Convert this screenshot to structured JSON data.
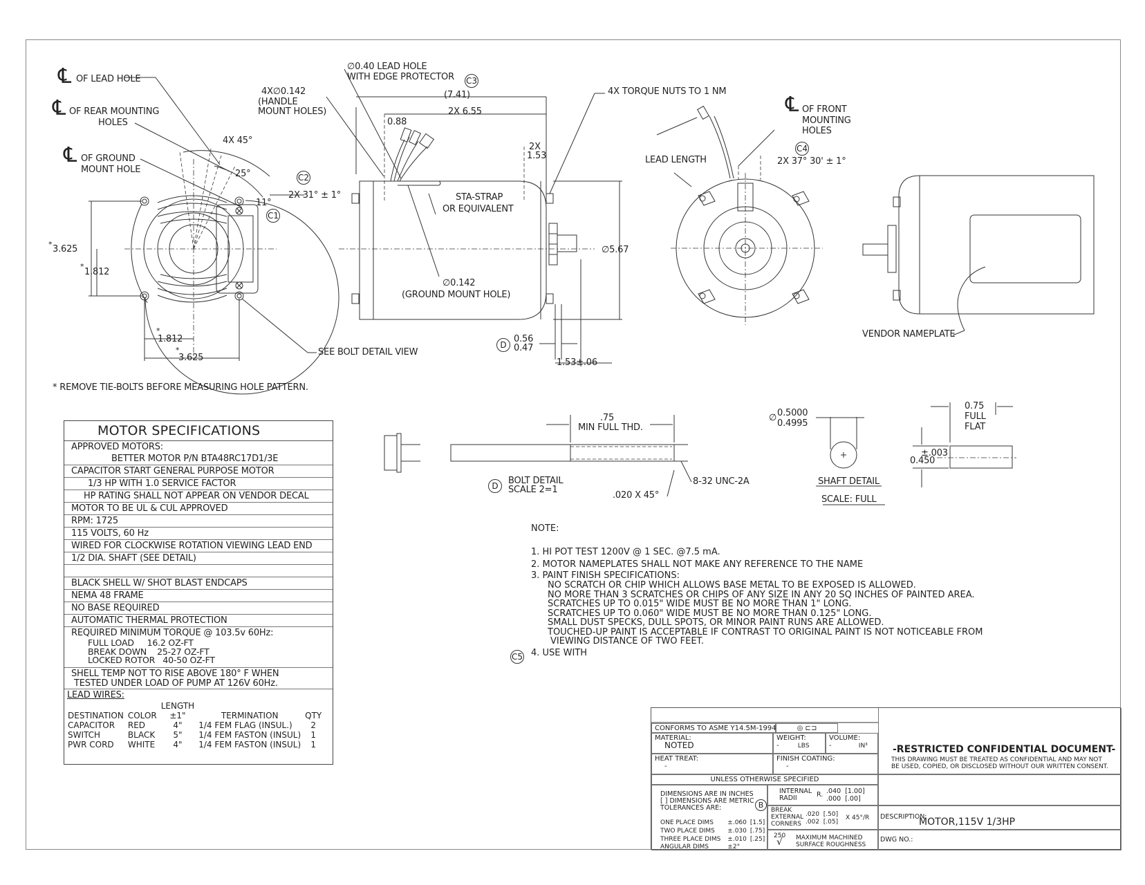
{
  "drawing": {
    "footnote": "* REMOVE TIE-BOLTS BEFORE MEASURING HOLE PATTERN.",
    "front_view_callouts": {
      "cl_lead_hole": "OF LEAD HOLE",
      "cl_rear_mounting_1": "OF REAR MOUNTING",
      "cl_rear_mounting_2": "HOLES",
      "cl_ground_1": "OF GROUND",
      "cl_ground_2": "MOUNT HOLE",
      "angle_4x45": "4X 45°",
      "angle_25": "25°",
      "angle_11": "11°",
      "angle_2x31": "2X 31° ± 1°",
      "balloon_c2": "C2",
      "balloon_c1": "C1",
      "dim_v_3625": "3.625",
      "dim_v_1812": "1.812",
      "dim_h_1812": "1.812",
      "dim_h_3625": "3.625",
      "asterisk": "*",
      "see_bolt_detail": "SEE BOLT DETAIL VIEW"
    },
    "side_view_callouts": {
      "lead_hole_1": "∅0.40 LEAD HOLE",
      "lead_hole_2": "WITH EDGE PROTECTOR",
      "balloon_c3": "C3",
      "handle_1": "4X∅0.142",
      "handle_2": "(HANDLE",
      "handle_3": "MOUNT HOLES)",
      "dim_741": "(7.41)",
      "dim_655": "2X 6.55",
      "dim_088": "0.88",
      "dim_2x": "2X",
      "dim_153": "1.53",
      "sta_strap_1": "STA-STRAP",
      "sta_strap_2": "OR EQUIVALENT",
      "dia_567": "∅5.67",
      "ground_1": "∅0.142",
      "ground_2": "(GROUND MOUNT HOLE)",
      "balloon_d": "D",
      "dim_056": "0.56",
      "dim_047": "0.47",
      "dim_153tol": "1.53±.06",
      "torque": "4X TORQUE NUTS TO 1 NM"
    },
    "rear_view_callouts": {
      "lead_length": "LEAD LENGTH",
      "cl_front_1": "OF FRONT",
      "cl_front_2": "MOUNTING",
      "cl_front_3": "HOLES",
      "balloon_c4": "C4",
      "angle_2x37": "2X 37° 30' ± 1°",
      "vendor_nameplate": "VENDOR NAMEPLATE"
    },
    "bolt_detail": {
      "thd_1": ".75",
      "thd_2": "MIN FULL THD.",
      "thread": "8-32 UNC-2A",
      "chamfer": ".020 X 45°",
      "balloon": "D",
      "title_1": "BOLT DETAIL",
      "title_2": "SCALE 2=1"
    },
    "shaft_detail": {
      "dia_max": "0.5000",
      "dia_min": "0.4995",
      "dia_sym": "∅",
      "flat_1": "0.75",
      "flat_2": "FULL",
      "flat_3": "FLAT",
      "tol": "±.003",
      "flat_depth": "0.450",
      "title": "SHAFT DETAIL",
      "scale": "SCALE: FULL"
    }
  },
  "motor_specifications": {
    "title": "MOTOR SPECIFICATIONS",
    "approved_label": "APPROVED MOTORS:",
    "approved_pn": "BETTER MOTOR P/N BTA48RC17D1/3E",
    "cap_start": "CAPACITOR START GENERAL PURPOSE MOTOR",
    "hp": "1/3 HP WITH 1.0 SERVICE FACTOR",
    "hp_decal": "HP RATING SHALL NOT APPEAR ON VENDOR DECAL",
    "ul": "MOTOR TO BE UL & CUL APPROVED",
    "rpm": "RPM: 1725",
    "volts": "115 VOLTS, 60 Hz",
    "wired": "WIRED FOR CLOCKWISE ROTATION VIEWING LEAD END",
    "shaft": "1/2 DIA. SHAFT (SEE DETAIL)",
    "blank": "",
    "shell": "BLACK SHELL W/ SHOT BLAST ENDCAPS",
    "nema": "NEMA 48 FRAME",
    "base": "NO BASE REQUIRED",
    "thermal": "AUTOMATIC THERMAL PROTECTION",
    "torque_label": "REQUIRED MINIMUM TORQUE @ 103.5v 60Hz:",
    "torque_full": "FULL LOAD     16.2 OZ-FT",
    "torque_break": "BREAK DOWN    25-27 OZ-FT",
    "torque_locked": "LOCKED ROTOR   40-50 OZ-FT",
    "temp_1": "SHELL TEMP NOT TO RISE ABOVE 180° F WHEN",
    "temp_2": "TESTED UNDER LOAD OF PUMP AT 126V 60Hz.",
    "lead_wires_label": "LEAD WIRES:",
    "lead_columns": [
      "DESTINATION",
      "COLOR",
      "LENGTH ±1\"",
      "TERMINATION",
      "QTY"
    ],
    "lead_rows": [
      {
        "destination": "CAPACITOR",
        "color": "RED",
        "length": "4\"",
        "termination": "1/4 FEM FLAG (INSUL.)",
        "qty": "2"
      },
      {
        "destination": "SWITCH",
        "color": "BLACK",
        "length": "5\"",
        "termination": "1/4 FEM FASTON (INSUL)",
        "qty": "1"
      },
      {
        "destination": "PWR CORD",
        "color": "WHITE",
        "length": "4\"",
        "termination": "1/4 FEM FASTON (INSUL)",
        "qty": "1"
      }
    ]
  },
  "notes": {
    "heading": "NOTE:",
    "n1": "1. HI POT TEST 1200V @ 1 SEC. @7.5 mA.",
    "n2": "2. MOTOR NAMEPLATES SHALL NOT MAKE ANY REFERENCE TO THE NAME",
    "n3": "3. PAINT FINISH SPECIFICATIONS:",
    "n3_lines": [
      "NO SCRATCH OR CHIP WHICH ALLOWS BASE METAL TO BE EXPOSED IS ALLOWED.",
      "NO MORE THAN 3 SCRATCHES OR CHIPS OF ANY SIZE IN ANY 20 SQ INCHES OF PAINTED AREA.",
      "SCRATCHES UP TO 0.015\" WIDE MUST BE NO MORE THAN 1\" LONG.",
      "SCRATCHES UP TO 0.060\" WIDE MUST BE NO MORE THAN 0.125\" LONG.",
      "SMALL DUST SPECKS, DULL SPOTS, OR MINOR PAINT RUNS ARE ALLOWED.",
      "TOUCHED-UP PAINT IS ACCEPTABLE IF CONTRAST TO ORIGINAL PAINT IS NOT NOTICEABLE FROM",
      "VIEWING DISTANCE OF TWO FEET."
    ],
    "n4_balloon": "C5",
    "n4": "4. USE WITH"
  },
  "title_block": {
    "conforms": "CONFORMS TO ASME Y14.5M-1994",
    "material_label": "MATERIAL:",
    "material_value": "NOTED",
    "weight_label": "WEIGHT:",
    "weight_value": "-",
    "weight_unit": "LBS",
    "volume_label": "VOLUME:",
    "volume_value": "-",
    "volume_unit": "IN³",
    "heat_label": "HEAT TREAT:",
    "heat_value": "-",
    "finish_label": "FINISH COATING:",
    "finish_value": "-",
    "unless": "UNLESS OTHERWISE SPECIFIED",
    "dims_1": "DIMENSIONS ARE IN INCHES",
    "dims_2": "[ ] DIMENSIONS ARE METRIC",
    "dims_3": "TOLERANCES ARE:",
    "balloon_b": "B",
    "tol_rows": [
      {
        "label": "ONE PLACE DIMS",
        "in": "±.060",
        "mm": "[1.5]"
      },
      {
        "label": "TWO PLACE DIMS",
        "in": "±.030",
        "mm": "[.75]"
      },
      {
        "label": "THREE PLACE DIMS",
        "in": "±.010",
        "mm": "[.25]"
      },
      {
        "label": "ANGULAR DIMS",
        "in": "±2°",
        "mm": ""
      }
    ],
    "radii_label_1": "INTERNAL",
    "radii_label_2": "RADII",
    "radii_r": "R.",
    "radii_top": ".040  [1.00]",
    "radii_bot": ".000  [.00]",
    "break_1": "BREAK",
    "break_2": "EXTERNAL",
    "break_3": "CORNERS",
    "break_top": ".020  [.50]",
    "break_bot": ".002  [.05]",
    "break_suffix": "X 45°/R",
    "roughness_value": "250",
    "roughness_1": "MAXIMUM MACHINED",
    "roughness_2": "SURFACE ROUGHNESS",
    "confidential_title": "-RESTRICTED CONFIDENTIAL DOCUMENT-",
    "confidential_1": "THIS DRAWING MUST BE TREATED AS CONFIDENTIAL AND MAY NOT",
    "confidential_2": "BE USED, COPIED, OR DISCLOSED WITHOUT OUR WRITTEN CONSENT.",
    "description_label": "DESCRIPTION:",
    "description_value": "MOTOR,115V 1/3HP",
    "dwg_label": "DWG NO.:"
  }
}
